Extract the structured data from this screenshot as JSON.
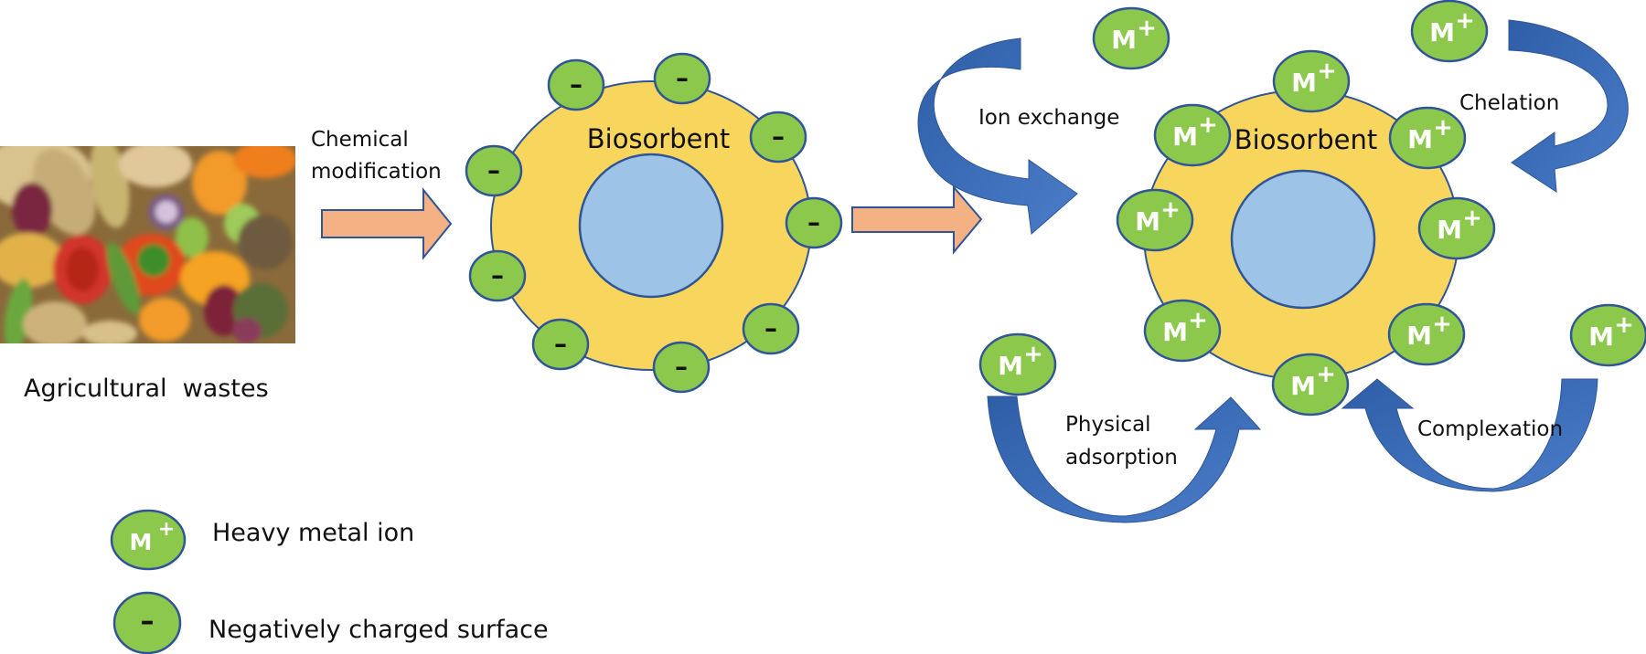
{
  "colors": {
    "ion_fill": "#8cc84b",
    "ion_stroke": "#2f5597",
    "shell_fill": "#f8d65e",
    "core_fill": "#9dc3e6",
    "outline": "#2f5597",
    "process_arrow_fill": "#f4b183",
    "curved_arrow_dark": "#2e5ea6",
    "curved_arrow_light": "#4778c8"
  },
  "stage1": {
    "image_alt": "Photo of food scraps: onion, tomato, pepper, orange peels, banana peel, leaves",
    "label": "Agricultural  wastes"
  },
  "arrow1": {
    "label_line1": "Chemical",
    "label_line2": "modification"
  },
  "stage2": {
    "title": "Biosorbent",
    "surface_charge_symbol": "–",
    "surface_site_count": 9
  },
  "stage3": {
    "title": "Biosorbent",
    "ion_symbol": "M",
    "ion_charge": "+",
    "bound_ion_count": 9,
    "mechanisms": [
      {
        "id": "ion-exchange",
        "label": "Ion exchange"
      },
      {
        "id": "chelation",
        "label": "Chelation"
      },
      {
        "id": "physical-adsorption",
        "label_line1": "Physical",
        "label_line2": "adsorption"
      },
      {
        "id": "complexation",
        "label": "Complexation"
      }
    ]
  },
  "legend": {
    "items": [
      {
        "symbol": "M",
        "superscript": "+",
        "label": "Heavy metal ion"
      },
      {
        "symbol": "–",
        "label": "Negatively charged surface"
      }
    ]
  }
}
